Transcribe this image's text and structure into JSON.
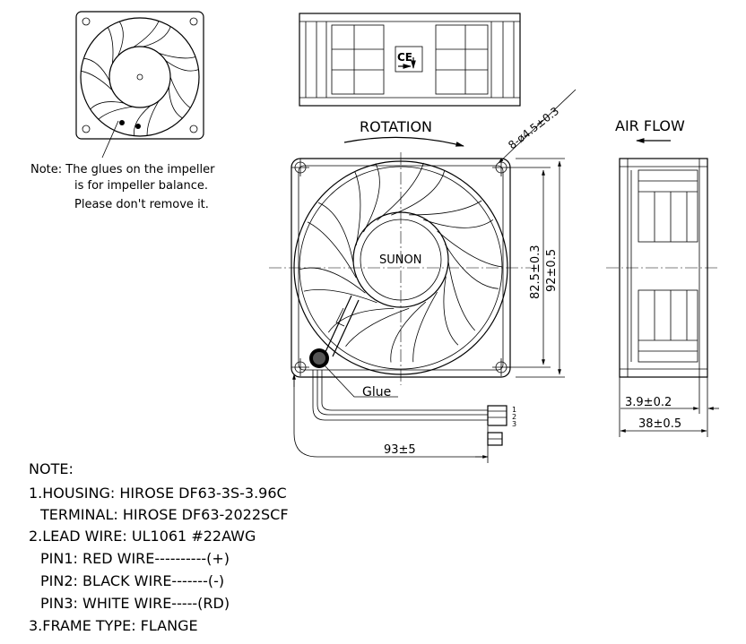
{
  "labels": {
    "rotation": "ROTATION",
    "air_flow": "AIR FLOW",
    "hole_spec": "8-ø4.5±0.3",
    "dim_825": "82.5±0.3",
    "dim_92": "92±0.5",
    "dim_39": "3.9±0.2",
    "dim_38": "38±0.5",
    "dim_93": "93±5",
    "glue": "Glue",
    "brand": "SUNON",
    "ce_mark": "CE",
    "pin_1": "1",
    "pin_2": "2",
    "pin_3": "3"
  },
  "impeller_note": [
    "Note: The glues on the impeller",
    "is for impeller balance.",
    "Please don't remove it."
  ],
  "notes": [
    "NOTE:",
    "1.HOUSING: HIROSE DF63-3S-3.96C",
    "TERMINAL: HIROSE DF63-2022SCF",
    "2.LEAD WIRE: UL1061 #22AWG",
    "PIN1: RED WIRE----------(+)",
    "PIN2: BLACK WIRE-------(-)",
    "PIN3: WHITE WIRE-----(RD)",
    "3.FRAME TYPE: FLANGE"
  ]
}
